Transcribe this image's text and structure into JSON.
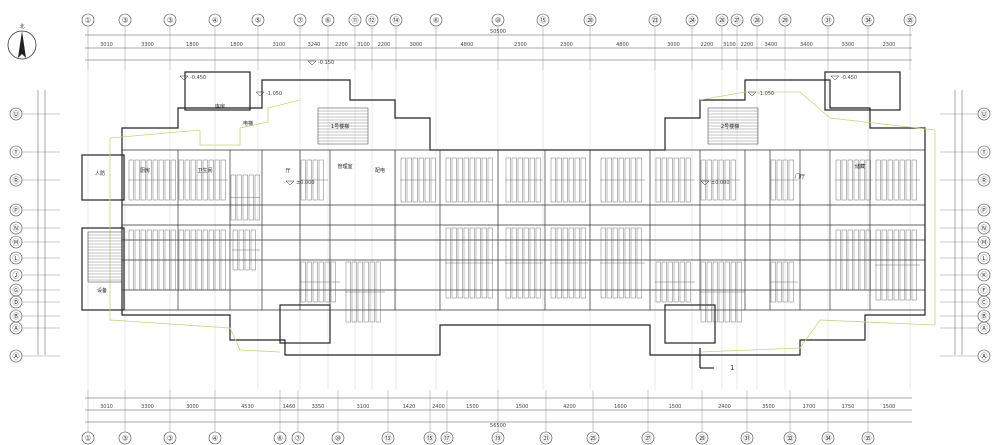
{
  "view": {
    "north_label": "北",
    "section_label": "1",
    "top_total_dim": "50500",
    "bottom_total_dim": "56500"
  },
  "top_axes": [
    "①",
    "③",
    "③",
    "④",
    "⑤",
    "⑦",
    "⑥",
    "⑪",
    "⑫",
    "⑭",
    "⑥",
    "⑩",
    "⑮",
    "⑳",
    "㉓",
    "㉔",
    "㉖",
    "㉗",
    "㉘",
    "㉙",
    "㉛",
    "㉞",
    "㉟"
  ],
  "bottom_axes": [
    "①",
    "③",
    "③",
    "④",
    "⑥",
    "⑦",
    "⑩",
    "⑬",
    "⑮",
    "⑰",
    "⑲",
    "㉑",
    "㉕",
    "㉗",
    "㉙",
    "㉛",
    "㉜",
    "㉞",
    "㉟"
  ],
  "left_axes": [
    "Ⓤ",
    "Ⓣ",
    "Ⓡ",
    "Ⓟ",
    "Ⓝ",
    "Ⓜ",
    "Ⓛ",
    "Ⓙ",
    "Ⓖ",
    "Ⓓ",
    "Ⓑ",
    "Ⓐ",
    "Ⓐ"
  ],
  "right_axes": [
    "Ⓤ",
    "Ⓣ",
    "Ⓡ",
    "Ⓟ",
    "Ⓝ",
    "Ⓜ",
    "Ⓛ",
    "Ⓚ",
    "Ⓕ",
    "Ⓒ",
    "Ⓑ",
    "Ⓐ",
    "Ⓐ"
  ],
  "top_dims": [
    "3010",
    "3300",
    "1800",
    "1800",
    "3100",
    "3240",
    "2200",
    "3100",
    "2200",
    "3000",
    "4800",
    "2300",
    "2300",
    "4800",
    "3000",
    "2200",
    "3100",
    "2200",
    "3400",
    "3400",
    "3300",
    "2300"
  ],
  "bottom_dims": [
    "3010",
    "3300",
    "3000",
    "4530",
    "1460",
    "3350",
    "3100",
    "1420",
    "2400",
    "1500",
    "1500",
    "4200",
    "1600",
    "1500",
    "2400",
    "3500",
    "1700",
    "1750",
    "1500"
  ],
  "level_marks": [
    "-0.150",
    "-0.450",
    "-0.450",
    "-1.050",
    "-1.050",
    "±0.000",
    "±0.000"
  ],
  "room_labels": [
    "1号楼梯",
    "2号楼梯",
    "厅",
    "门厅",
    "管理室",
    "配电",
    "库房",
    "厨房",
    "卫生间",
    "储藏",
    "人防",
    "设备",
    "电梯"
  ]
}
